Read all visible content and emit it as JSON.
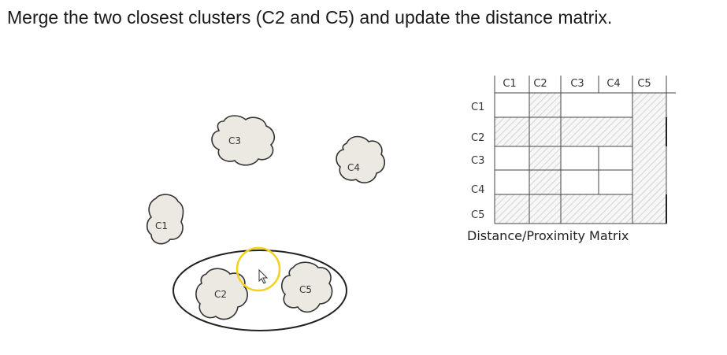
{
  "title": "Merge the two closest clusters (C2 and C5) and update the distance matrix.",
  "clusters": [
    {
      "id": "c1",
      "label": "C1"
    },
    {
      "id": "c2",
      "label": "C2"
    },
    {
      "id": "c3",
      "label": "C3"
    },
    {
      "id": "c4",
      "label": "C4"
    },
    {
      "id": "c5",
      "label": "C5"
    }
  ],
  "matrix": {
    "caption": "Distance/Proximity Matrix",
    "col_headers": [
      "C1",
      "C2",
      "C3",
      "C4",
      "C5"
    ],
    "row_headers": [
      "C1",
      "C2",
      "C3",
      "C4",
      "C5"
    ],
    "hatched_columns": [
      "C2",
      "C5"
    ],
    "hatched_rows": [
      "C2",
      "C5"
    ]
  },
  "colors": {
    "cluster_fill": "#ece9e3",
    "outline": "#333333",
    "highlight_ring": "#f2d21b",
    "hatch": "#bbbbbb"
  }
}
